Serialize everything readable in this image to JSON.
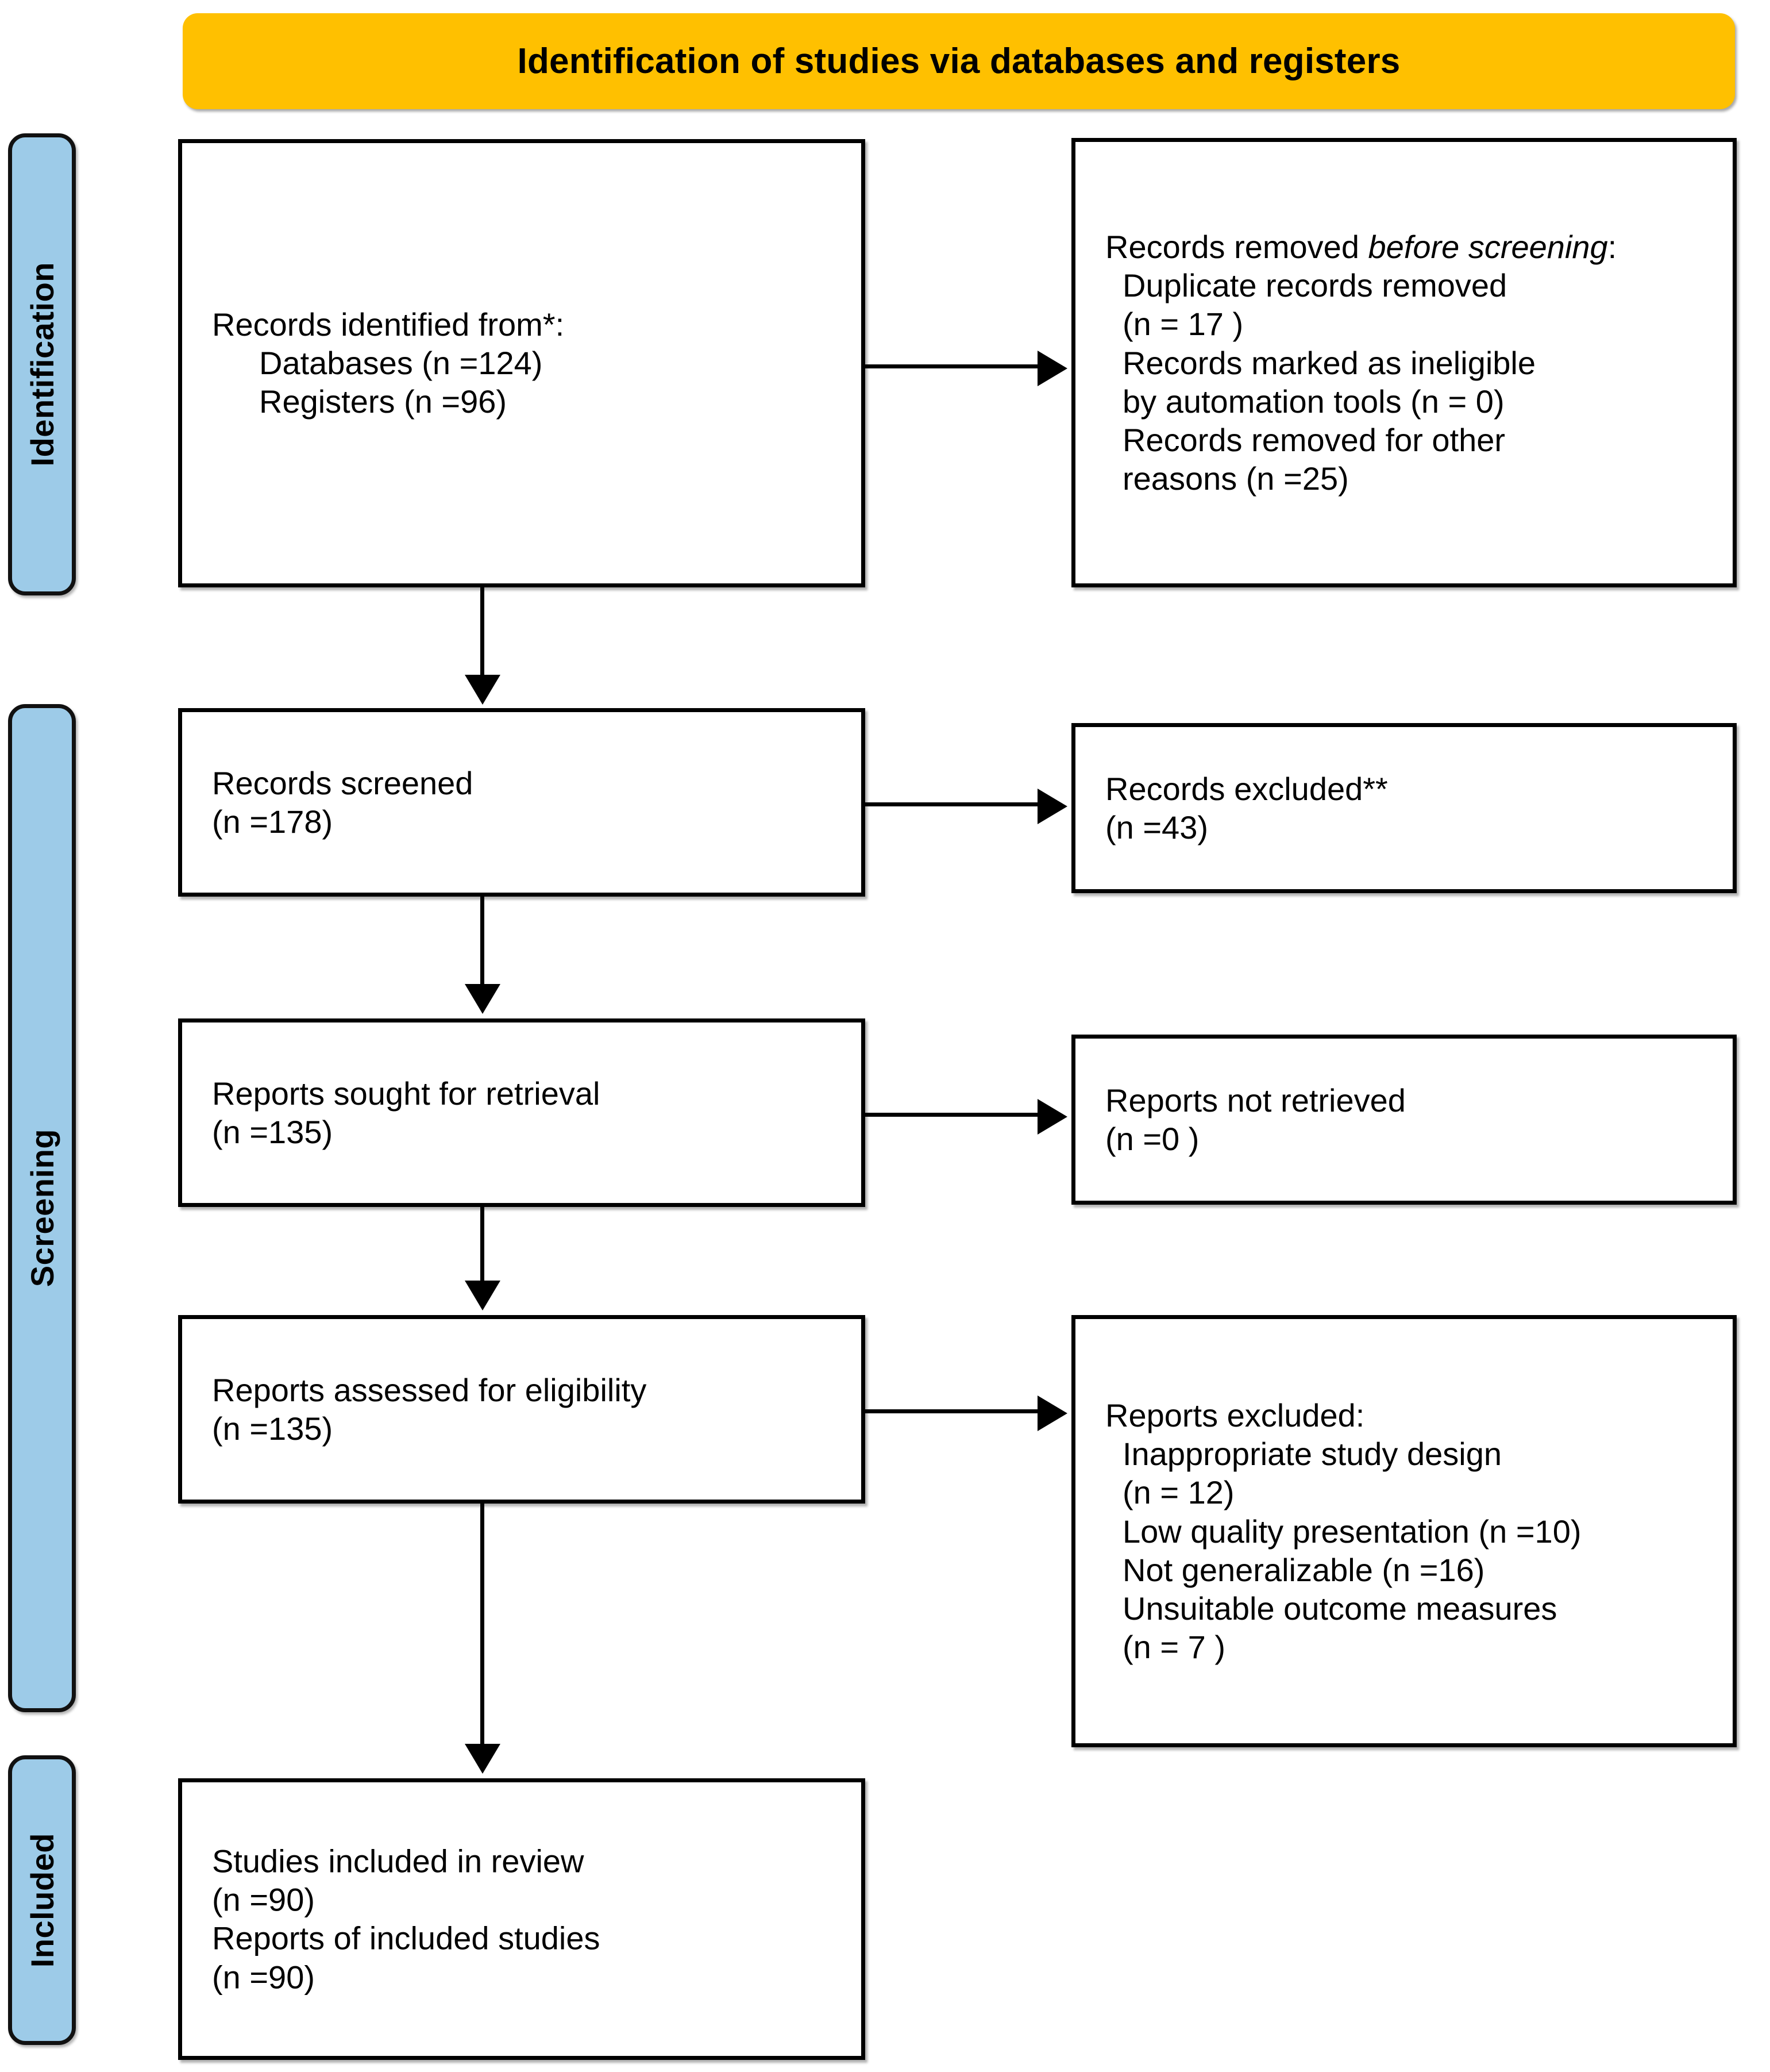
{
  "banner": {
    "title": "Identification of studies via databases and registers",
    "color": "#FFC000"
  },
  "stages": {
    "identification": "Identification",
    "screening": "Screening",
    "included": "Included",
    "color": "#9DCBE8"
  },
  "boxes": {
    "identified": {
      "line1": "Records identified from*:",
      "line2": "Databases (n =124)",
      "line3": "Registers (n =96)"
    },
    "removed": {
      "line1a": "Records removed ",
      "line1b": "before screening",
      "line1c": ":",
      "line2": "Duplicate records removed",
      "line3": "(n = 17 )",
      "line4": "Records marked as ineligible",
      "line5": "by automation tools (n = 0)",
      "line6": "Records removed for other",
      "line7": "reasons (n =25)"
    },
    "screened": {
      "line1": "Records screened",
      "line2": "(n =178)"
    },
    "records_excluded": {
      "line1": "Records excluded**",
      "line2": "(n =43)"
    },
    "sought": {
      "line1": "Reports sought for retrieval",
      "line2": "(n =135)"
    },
    "not_retrieved": {
      "line1": "Reports not retrieved",
      "line2": "(n =0 )"
    },
    "assessed": {
      "line1": "Reports assessed for eligibility",
      "line2": "(n =135)"
    },
    "reports_excluded": {
      "line1": "Reports excluded:",
      "line2": "Inappropriate study design",
      "line3": "(n = 12)",
      "line4": "Low quality presentation (n =10)",
      "line5": "Not generalizable (n =16)",
      "line6": "Unsuitable outcome measures",
      "line7": "(n = 7 )"
    },
    "included": {
      "line1": "Studies included in review",
      "line2": "(n =90)",
      "line3": "Reports of included studies",
      "line4": "(n =90)"
    }
  },
  "chart_data": {
    "type": "table",
    "title": "Identification of studies via databases and registers",
    "nodes": [
      {
        "stage": "Identification",
        "label": "Records identified from* — Databases",
        "n": 124
      },
      {
        "stage": "Identification",
        "label": "Records identified from* — Registers",
        "n": 96
      },
      {
        "stage": "Identification",
        "label": "Duplicate records removed",
        "n": 17
      },
      {
        "stage": "Identification",
        "label": "Records marked as ineligible by automation tools",
        "n": 0
      },
      {
        "stage": "Identification",
        "label": "Records removed for other reasons",
        "n": 25
      },
      {
        "stage": "Screening",
        "label": "Records screened",
        "n": 178
      },
      {
        "stage": "Screening",
        "label": "Records excluded**",
        "n": 43
      },
      {
        "stage": "Screening",
        "label": "Reports sought for retrieval",
        "n": 135
      },
      {
        "stage": "Screening",
        "label": "Reports not retrieved",
        "n": 0
      },
      {
        "stage": "Screening",
        "label": "Reports assessed for eligibility",
        "n": 135
      },
      {
        "stage": "Screening",
        "label": "Reports excluded — Inappropriate study design",
        "n": 12
      },
      {
        "stage": "Screening",
        "label": "Reports excluded — Low quality presentation",
        "n": 10
      },
      {
        "stage": "Screening",
        "label": "Reports excluded — Not generalizable",
        "n": 16
      },
      {
        "stage": "Screening",
        "label": "Reports excluded — Unsuitable outcome measures",
        "n": 7
      },
      {
        "stage": "Included",
        "label": "Studies included in review",
        "n": 90
      },
      {
        "stage": "Included",
        "label": "Reports of included studies",
        "n": 90
      }
    ]
  }
}
